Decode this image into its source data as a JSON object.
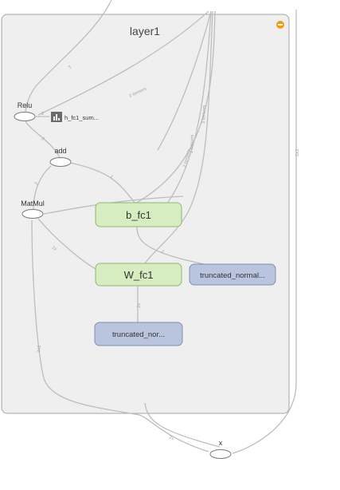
{
  "graph": {
    "scope": {
      "title": "layer1",
      "collapse_icon": "minus-circle-icon",
      "collapse_color": "#f39c12"
    },
    "ops": {
      "relu": "Relu",
      "add": "add",
      "matmul": "MatMul",
      "x": "x"
    },
    "summary": {
      "label": "h_fc1_sum...",
      "icon": "histogram-summary-icon"
    },
    "variables": {
      "b_fc1": "b_fc1",
      "w_fc1": "W_fc1"
    },
    "constants": {
      "truncated_normal_right": "truncated_normal...",
      "truncated_normal_bottom": "truncated_nor..."
    },
    "edge_labels": {
      "e_top_left": "2",
      "e_tensors_a": "2 tensors",
      "e_tensors_b": "2 tensors",
      "e_tensors_c": "3 tensors",
      "e_relu_summary": "2",
      "e_add_relu": "2",
      "e_matmul_add": "2",
      "e_bfc1_add": "2",
      "e_w_matmul": "2x",
      "e_w_tensor": "2x",
      "e_trunc_w": "2x",
      "e_trunc_right": "2",
      "e_left_long": "2x2",
      "e_x_in": "2x",
      "e_right_long": "2x2"
    },
    "colors": {
      "scope_fill": "#efefef",
      "scope_stroke": "#a6a6a6",
      "variable_fill": "#d6edc1",
      "variable_stroke": "#8bbb6c",
      "constant_fill": "#b9c5de",
      "constant_stroke": "#7f8fb3",
      "op_fill": "#ffffff",
      "op_stroke": "#7a7a7a",
      "edge": "#bdbdbd"
    }
  }
}
